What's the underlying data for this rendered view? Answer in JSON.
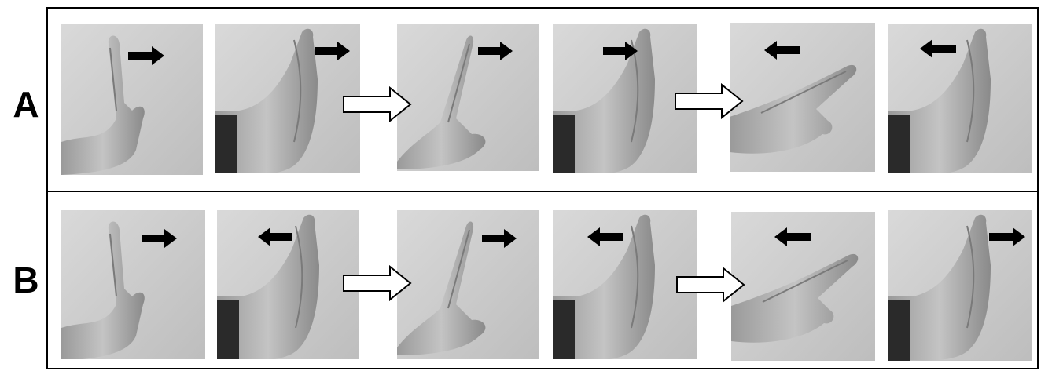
{
  "rows": [
    {
      "label": "A",
      "panels": [
        "hand",
        "foot",
        "hand",
        "foot",
        "hand",
        "foot"
      ],
      "arrows": [
        "right",
        "right",
        "right",
        "right",
        "left",
        "left"
      ]
    },
    {
      "label": "B",
      "panels": [
        "hand",
        "foot",
        "hand",
        "foot",
        "hand",
        "foot"
      ],
      "arrows": [
        "right",
        "left",
        "right",
        "left",
        "left",
        "right"
      ]
    }
  ],
  "colors": {
    "frame": "#000000",
    "photo_bg": "#d6d6d6",
    "skin": "#a8a8a8",
    "sleeve": "#2a2a2a",
    "arrow_fill": "#000000",
    "transition_arrow_fill": "#ffffff"
  },
  "icons": {
    "direction": "black-block-arrow",
    "transition": "open-block-arrow"
  }
}
